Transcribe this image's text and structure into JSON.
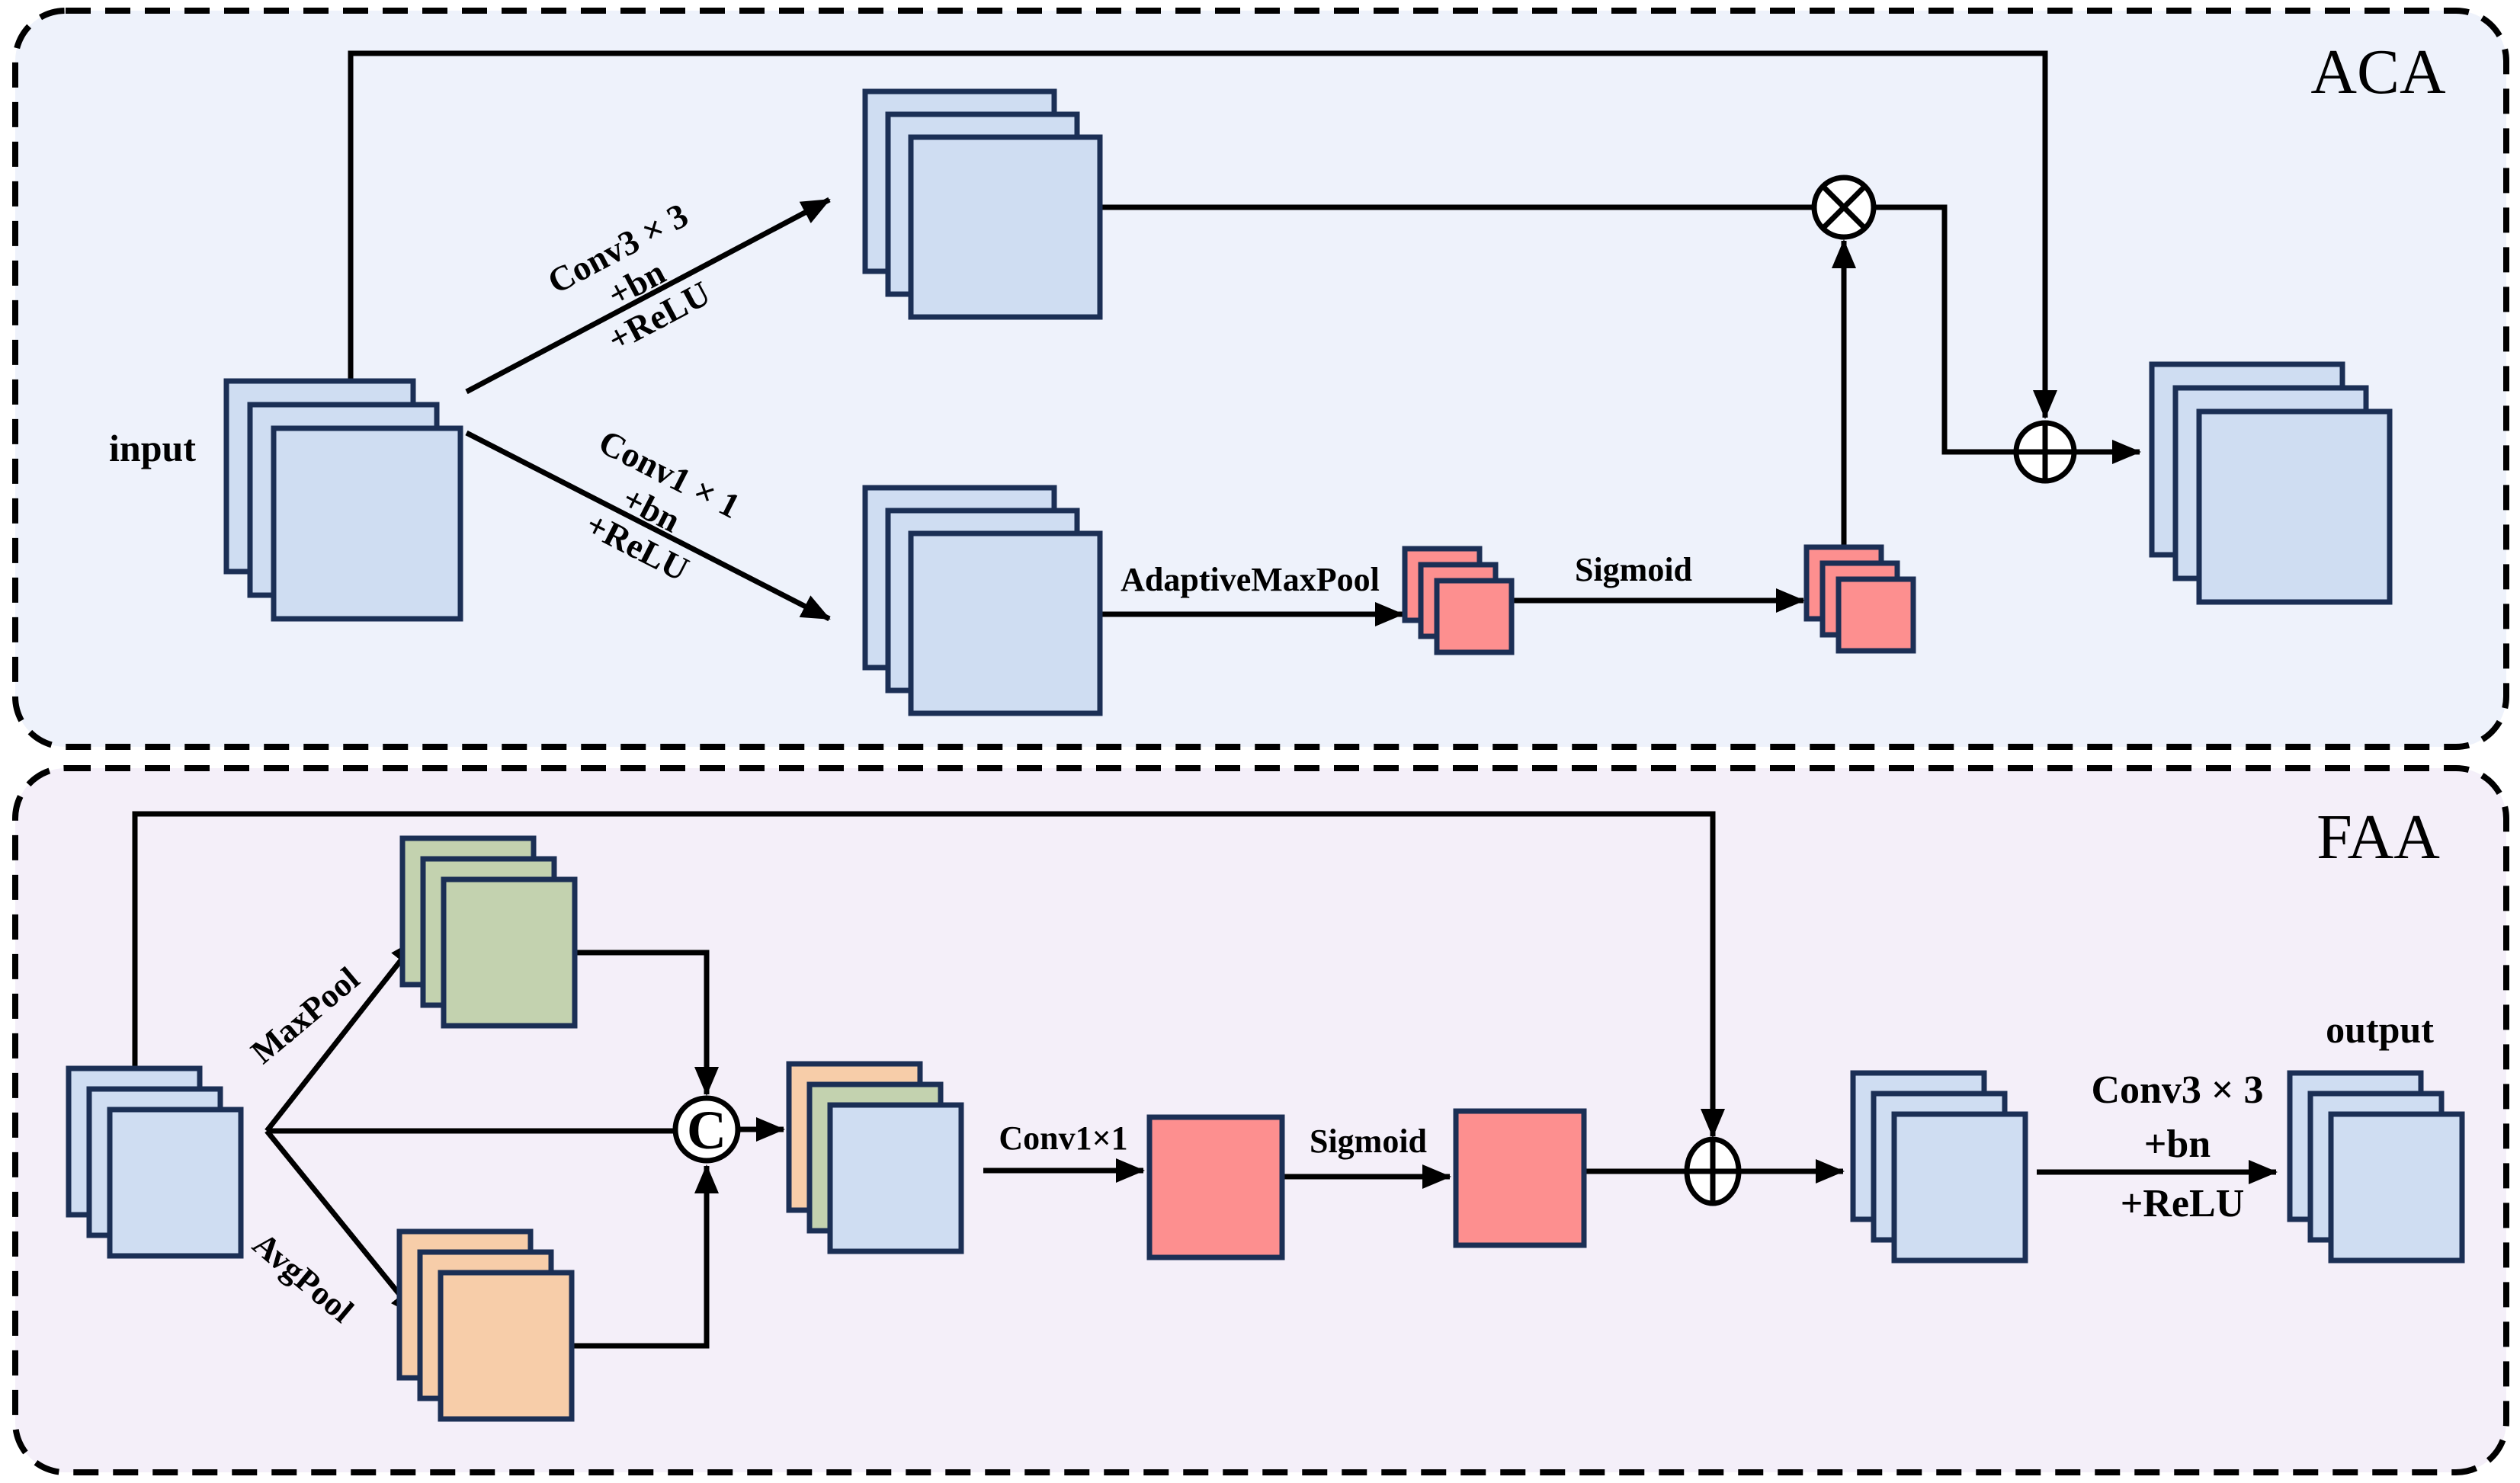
{
  "colors": {
    "aca_bg": "#EEF2FB",
    "faa_bg": "#F4EFF9",
    "map_blue": "#CFDDF2",
    "map_green": "#C3D2AF",
    "map_orange": "#F7CDA9",
    "map_red": "#FD8F8F",
    "map_border": "#1B2F55",
    "line_color": "#000000",
    "operator_fill": "#FFFFFF",
    "panel_border": "#000000",
    "text_color": "#000000"
  },
  "aca": {
    "title": "ACA",
    "input_label": "input",
    "conv3_branch": {
      "line1": "Conv3 × 3",
      "line2": "+bn",
      "line3": "+ReLU"
    },
    "conv1_branch": {
      "line1": "Conv1 × 1",
      "line2": "+bn",
      "line3": "+ReLU"
    },
    "pool_label": "AdaptiveMaxPool",
    "sigmoid_label": "Sigmoid",
    "multiply_symbol": "×",
    "add_symbol": "+"
  },
  "faa": {
    "title": "FAA",
    "maxpool_label": "MaxPool",
    "avgpool_label": "AvgPool",
    "concat_label": "C",
    "conv1_label": "Conv1×1",
    "sigmoid_label": "Sigmoid",
    "conv3_block": {
      "line1": "Conv3 × 3",
      "line2": "+bn",
      "line3": "+ReLU"
    },
    "output_label": "output",
    "add_symbol": "+"
  }
}
